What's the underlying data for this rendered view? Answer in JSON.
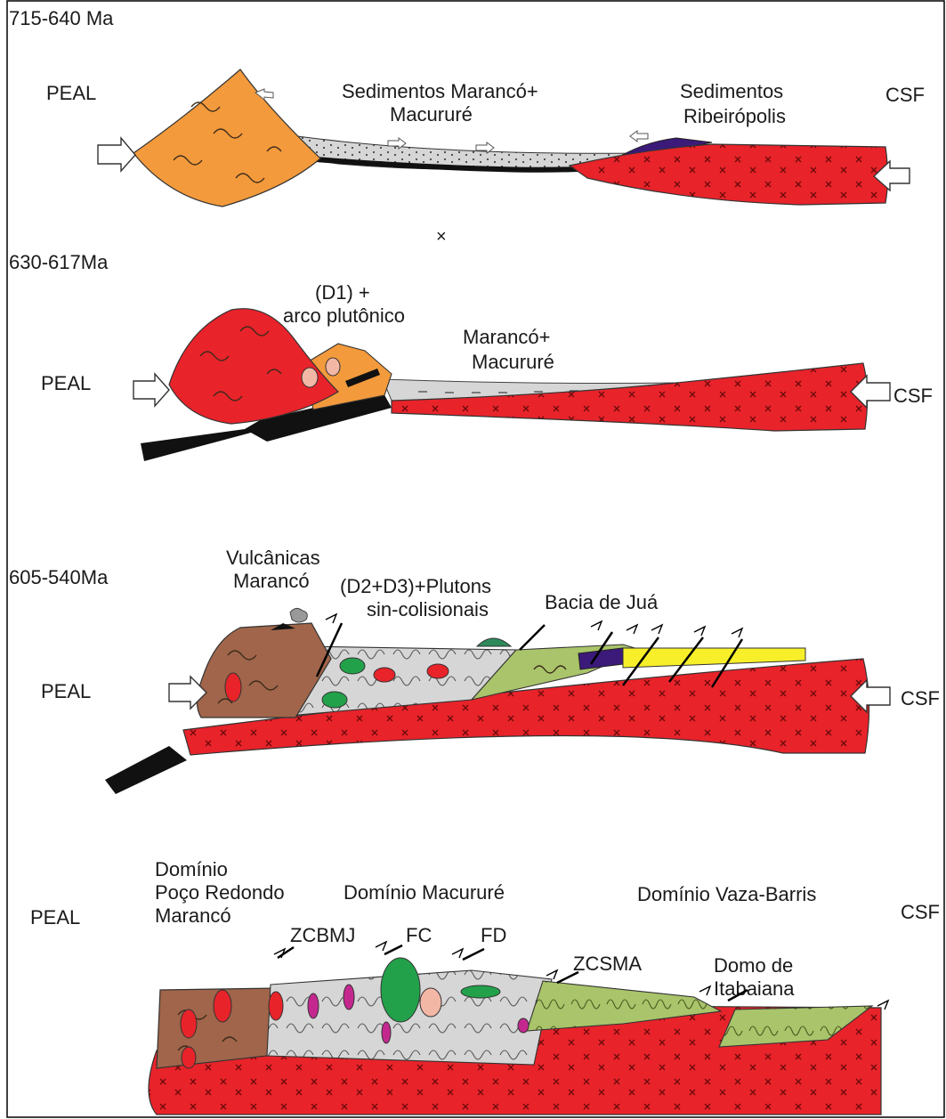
{
  "panels": [
    {
      "age": "715-640 Ma",
      "left": "PEAL",
      "right": "CSF",
      "labels": [
        "Sedimentos Marancó+",
        "Macururé",
        "Sedimentos",
        "Ribeirópolis"
      ]
    },
    {
      "age": "630-617Ma",
      "left": "PEAL",
      "right": "CSF",
      "labels": [
        "(D1) +",
        "arco plutônico",
        "Marancó+",
        "Macururé"
      ]
    },
    {
      "age": "605-540Ma",
      "left": "PEAL",
      "right": "CSF",
      "labels": [
        "Vulcânicas",
        "Marancó",
        "(D2+D3)+Plutons",
        "sin-colisionais",
        "Bacia de Juá"
      ]
    },
    {
      "age": "",
      "left": "PEAL",
      "right": "CSF",
      "labels": [
        "Domínio",
        "Poço Redondo",
        "Marancó",
        "Domínio Macururé",
        "Domínio Vaza-Barris",
        "ZCBMJ",
        "FC",
        "FD",
        "ZCSMA",
        "Domo de",
        "Itabaiana"
      ]
    }
  ],
  "colors": {
    "orange": "#f39a3c",
    "red": "#e8232a",
    "gray": "#d6d6d6",
    "black": "#111111",
    "purple": "#3b1a7a",
    "brown": "#a0654a",
    "olive": "#a9c46a",
    "yellow": "#f6ef2a",
    "green": "#22a14a",
    "magenta": "#c4288f",
    "pink": "#f3b7a6"
  }
}
